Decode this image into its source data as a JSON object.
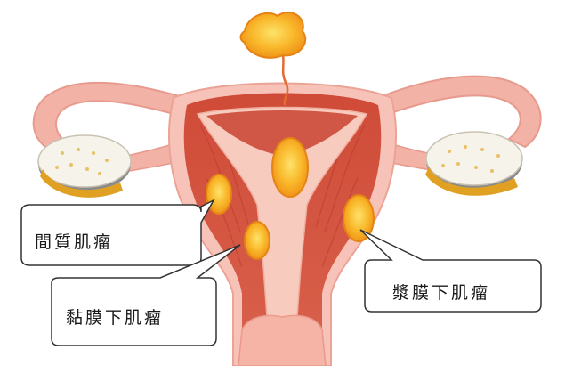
{
  "labels": {
    "interstitial": "間質肌瘤",
    "submucosal": "黏膜下肌瘤",
    "subserosal": "漿膜下肌瘤"
  },
  "colors": {
    "tissue_outer": "#f6b9ae",
    "tissue_muscle": "#d4553f",
    "tissue_dark": "#b83a2a",
    "lining": "#f7c7bd",
    "fibroid_fill": "#f7a21a",
    "fibroid_core": "#fcd24c",
    "ovary": "#f7f4ee",
    "callout_stroke": "#333333"
  }
}
